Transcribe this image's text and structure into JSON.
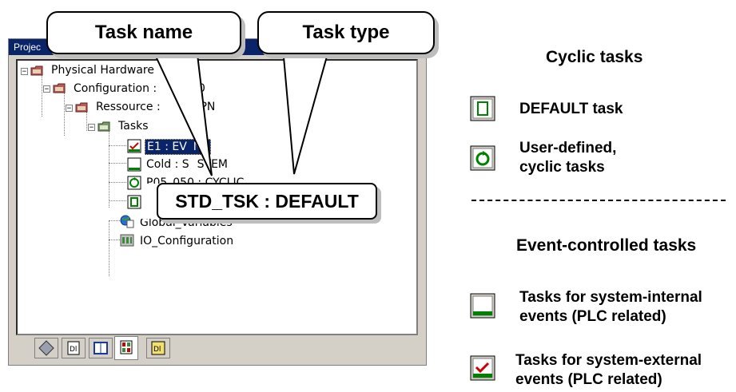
{
  "window": {
    "title": "Projec",
    "tree": [
      {
        "label": "Physical Hardware",
        "icon": "hardware-folder-icon"
      },
      {
        "label": "Configuration : ",
        "suffix": "_40",
        "icon": "hardware-folder-icon"
      },
      {
        "label": "Ressource : ",
        "suffix": "70PN",
        "icon": "hardware-folder-icon"
      },
      {
        "label": "Tasks",
        "icon": "tasks-folder-icon"
      },
      {
        "label": "E1 : EV",
        "suffix": "NT",
        "icon": "event-task-icon",
        "selected": true
      },
      {
        "label": "Cold : S",
        "suffix": "STEM",
        "icon": "system-task-icon"
      },
      {
        "label": "P05_050 : CYCLIC",
        "icon": "cyclic-task-icon"
      },
      {
        "label": "",
        "icon": "default-task-icon"
      },
      {
        "label": "Global_Variables",
        "icon": "global-variables-icon"
      },
      {
        "label": "IO_Configuration",
        "icon": "io-configuration-icon"
      }
    ],
    "tabs": [
      "diamond-tab-icon",
      "data-types-tab-icon",
      "library-tab-icon",
      "instance-tree-tab-icon",
      "project-tab-icon"
    ]
  },
  "callouts": {
    "task_name": "Task name",
    "task_type": "Task type",
    "default_task": "STD_TSK : DEFAULT"
  },
  "legend": {
    "cyclic_heading": "Cyclic tasks",
    "default_label": "DEFAULT task",
    "user_cyclic_line1": "User-defined,",
    "user_cyclic_line2": "cyclic tasks",
    "event_heading": "Event-controlled tasks",
    "system_internal_line1": "Tasks for system-internal",
    "system_internal_line2": "events (PLC related)",
    "system_external_line1": "Tasks for system-external",
    "system_external_line2": "events (PLC related)"
  },
  "colors": {
    "title_bar": "#0a246a",
    "task_green": "#008000",
    "task_red": "#cc0000"
  }
}
